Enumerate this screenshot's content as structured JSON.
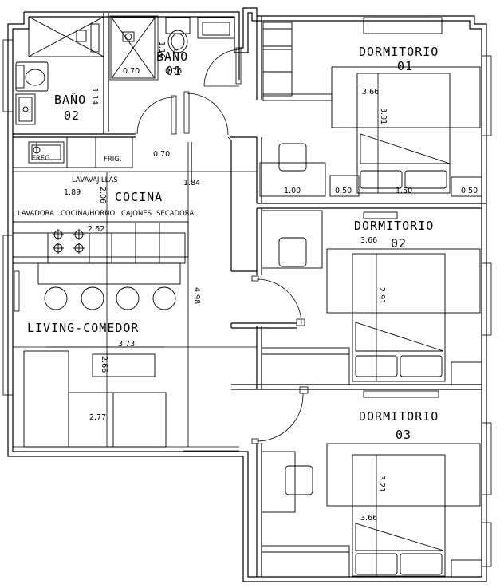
{
  "rooms": {
    "bano01": {
      "name": "BAÑO",
      "num": "01"
    },
    "bano02": {
      "name": "BAÑO",
      "num": "02"
    },
    "dorm01": {
      "name": "DORMITORIO",
      "num": "01"
    },
    "dorm02": {
      "name": "DORMITORIO",
      "num": "02"
    },
    "dorm03": {
      "name": "DORMITORIO",
      "num": "03"
    },
    "cocina": {
      "name": "COCINA"
    },
    "living": {
      "name": "LIVING-COMEDOR"
    }
  },
  "labels": {
    "frig_small": "FREG.",
    "frig": "FRIG.",
    "lavavajillas": "LAVAVAJILLAS",
    "lavadora": "LAVADORA",
    "cocina_horno": "COCINA/HORNO",
    "cajones": "CAJONES",
    "secadora": "SECADORA"
  },
  "dims": {
    "b1_070": "0.70",
    "b1_076": "0.76",
    "b1_116": "1.16",
    "b2_114": "1.14",
    "hall_070": "0.70",
    "k_184": "1.84",
    "k_189": "1.89",
    "k_206": "2.06",
    "k_262": "2.62",
    "l_498": "4.98",
    "l_373": "3.73",
    "l_266": "2.66",
    "l_277": "2.77",
    "d1_366": "3.66",
    "d1_301": "3.01",
    "d1_100": "1.00",
    "d1_050a": "0.50",
    "d1_150": "1.50",
    "d1_050b": "0.50",
    "d2_366": "3.66",
    "d2_291": "2.91",
    "d3_366": "3.66",
    "d3_321": "3.21"
  }
}
